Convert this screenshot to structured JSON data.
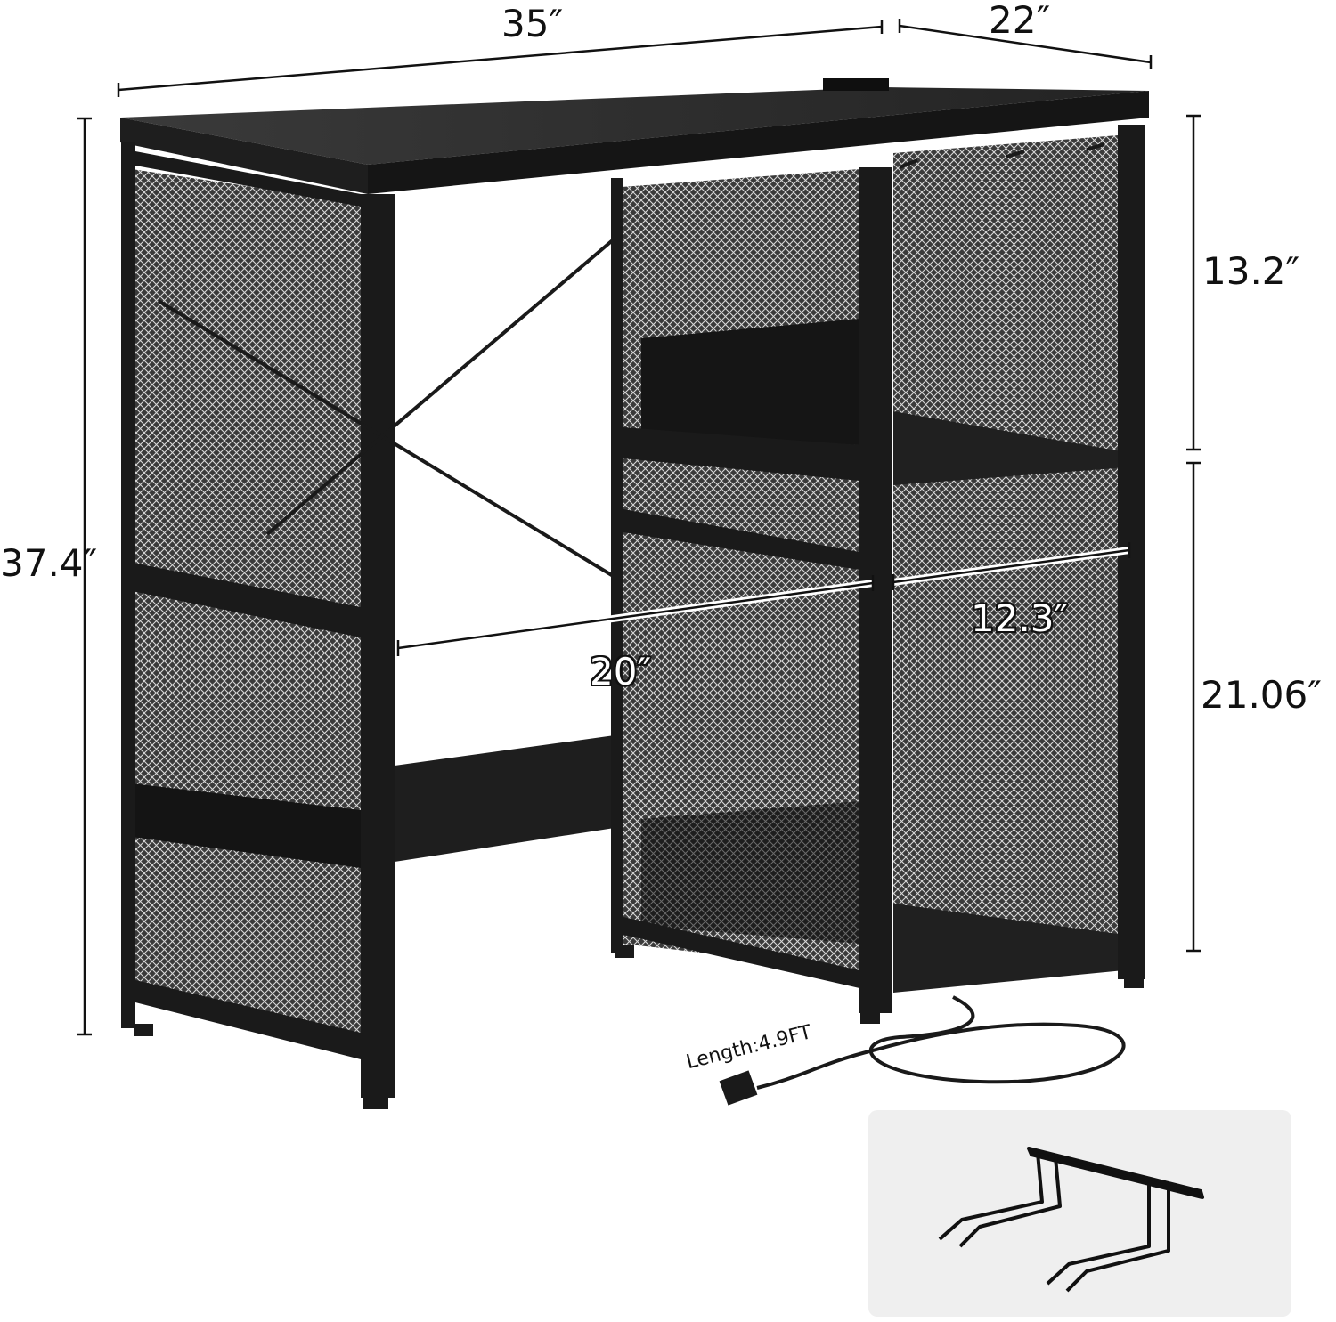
{
  "dimensions": {
    "width": "35″",
    "depth": "22″",
    "height": "37.4″",
    "upper_shelf_height": "13.2″",
    "lower_shelf_height": "21.06″",
    "open_space_width": "20″",
    "shelf_width": "12.3″"
  },
  "cord_label": "Length:4.9FT",
  "colors": {
    "frame": "#1b1b1b",
    "top": "#2a2a2a",
    "mesh": "#2c2c2c",
    "inset_bg": "#efefef"
  }
}
